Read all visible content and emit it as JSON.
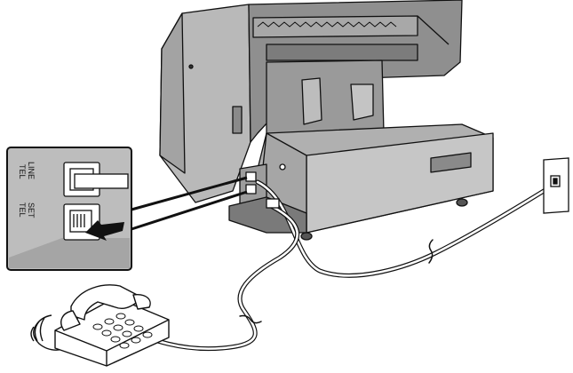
{
  "inset": {
    "port_top": {
      "label_line1": "TEL",
      "label_line2": "LINE"
    },
    "port_bottom": {
      "label_line1": "TEL",
      "label_line2": "SET"
    }
  },
  "colors": {
    "device_gray": "#b5b5b5",
    "device_dark": "#8e8e8e",
    "device_shadow": "#6f6f6f",
    "inset_bg": "#bdbdbd",
    "outline": "#111111",
    "cord": "#ffffff",
    "phone": "#ffffff"
  },
  "icons": {
    "arrow": "insert-arrow-icon",
    "wall_jack": "wall-jack-icon",
    "telephone": "telephone-icon"
  }
}
